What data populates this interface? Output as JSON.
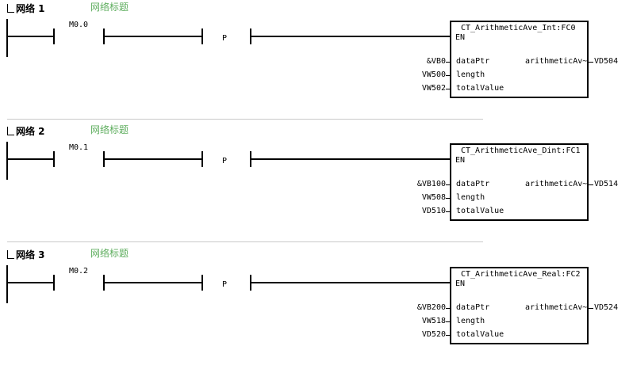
{
  "networks": [
    {
      "label": "网络 1",
      "title": "网络标题",
      "contact": "M0.0",
      "edge": "P",
      "block": "CT_ArithmeticAve_Int:FC0",
      "en": "EN",
      "inputs": [
        {
          "value": "&VB0",
          "pin": "dataPtr"
        },
        {
          "value": "VW500",
          "pin": "length"
        },
        {
          "value": "VW502",
          "pin": "totalValue"
        }
      ],
      "output": {
        "pin": "arithmeticAv~",
        "value": "VD504"
      }
    },
    {
      "label": "网络 2",
      "title": "网络标题",
      "contact": "M0.1",
      "edge": "P",
      "block": "CT_ArithmeticAve_Dint:FC1",
      "en": "EN",
      "inputs": [
        {
          "value": "&VB100",
          "pin": "dataPtr"
        },
        {
          "value": "VW508",
          "pin": "length"
        },
        {
          "value": "VD510",
          "pin": "totalValue"
        }
      ],
      "output": {
        "pin": "arithmeticAv~",
        "value": "VD514"
      }
    },
    {
      "label": "网络 3",
      "title": "网络标题",
      "contact": "M0.2",
      "edge": "P",
      "block": "CT_ArithmeticAve_Real:FC2",
      "en": "EN",
      "inputs": [
        {
          "value": "&VB200",
          "pin": "dataPtr"
        },
        {
          "value": "VW518",
          "pin": "length"
        },
        {
          "value": "VD520",
          "pin": "totalValue"
        }
      ],
      "output": {
        "pin": "arithmeticAv~",
        "value": "VD524"
      }
    }
  ]
}
